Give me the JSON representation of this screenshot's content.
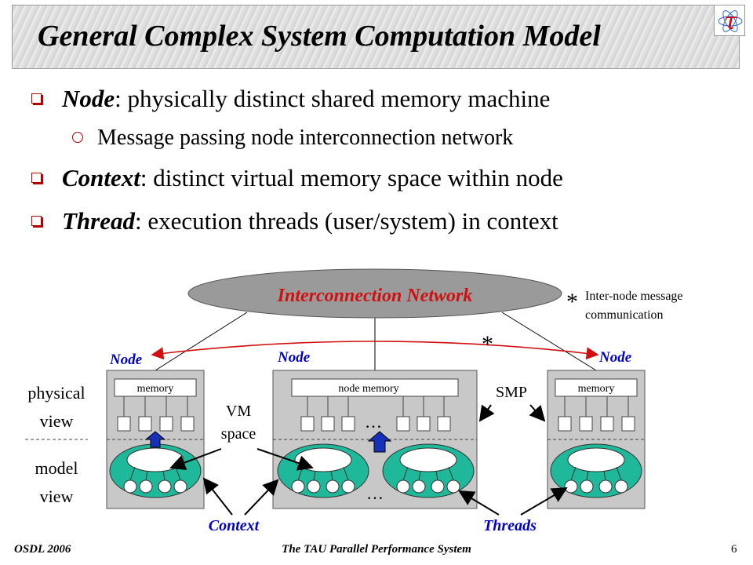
{
  "slide": {
    "title": "General Complex System Computation Model"
  },
  "bullets": [
    {
      "term": "Node",
      "text": ": physically distinct shared memory machine"
    },
    {
      "sub": "Message passing node interconnection network"
    },
    {
      "term": "Context",
      "text": ": distinct virtual memory space within node"
    },
    {
      "term": "Thread",
      "text": ": execution threads (user/system) in context"
    }
  ],
  "diagram": {
    "network_label": "Interconnection Network",
    "star": "*",
    "note": [
      "Inter-node message",
      "communication"
    ],
    "node_label": "Node",
    "memory": "memory",
    "node_memory": "node memory",
    "ellipsis": "…",
    "smp": "SMP",
    "vm": [
      "VM",
      "space"
    ],
    "physical": [
      "physical",
      "view"
    ],
    "model": [
      "model",
      "view"
    ],
    "context": "Context",
    "threads": "Threads"
  },
  "colors": {
    "accent_red": "#d01010",
    "label_blue": "#0000cc",
    "context_green": "#1fb89a",
    "network_fill": "#9a9a9a",
    "box_fill": "#c8c8c8",
    "up_arrow_blue": "#1630b8"
  },
  "footer": {
    "left": "OSDL 2006",
    "center": "The TAU Parallel Performance System",
    "page": "6"
  }
}
